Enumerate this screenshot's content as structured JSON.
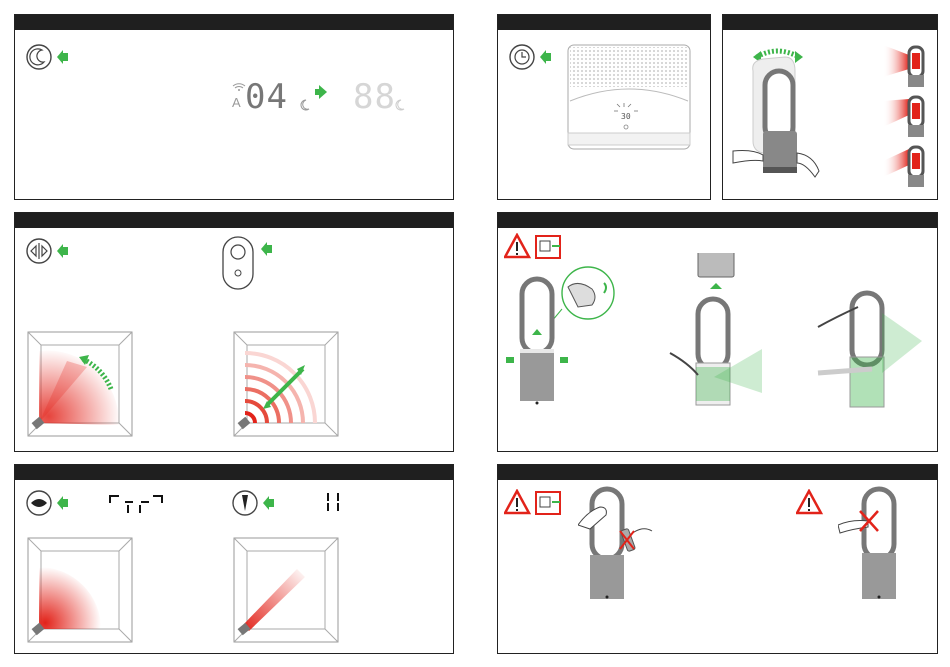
{
  "displays": {
    "night_display_before": "04",
    "night_display_after": "88",
    "night_indicator_letter": "A"
  },
  "colors": {
    "accent_green": "#3db54a",
    "warning_red": "#e2231a",
    "header_black": "#1f1f1f",
    "device_grey": "#8c8c8c"
  },
  "icons": {
    "night_mode": "moon-icon",
    "sleep_timer": "clock-icon",
    "oscillation": "oscillation-icon",
    "remote": "remote-control-icon",
    "wide_mode": "wide-airflow-icon",
    "focused_mode": "focused-airflow-icon",
    "warning": "warning-triangle-icon",
    "unplug": "unplug-icon"
  }
}
